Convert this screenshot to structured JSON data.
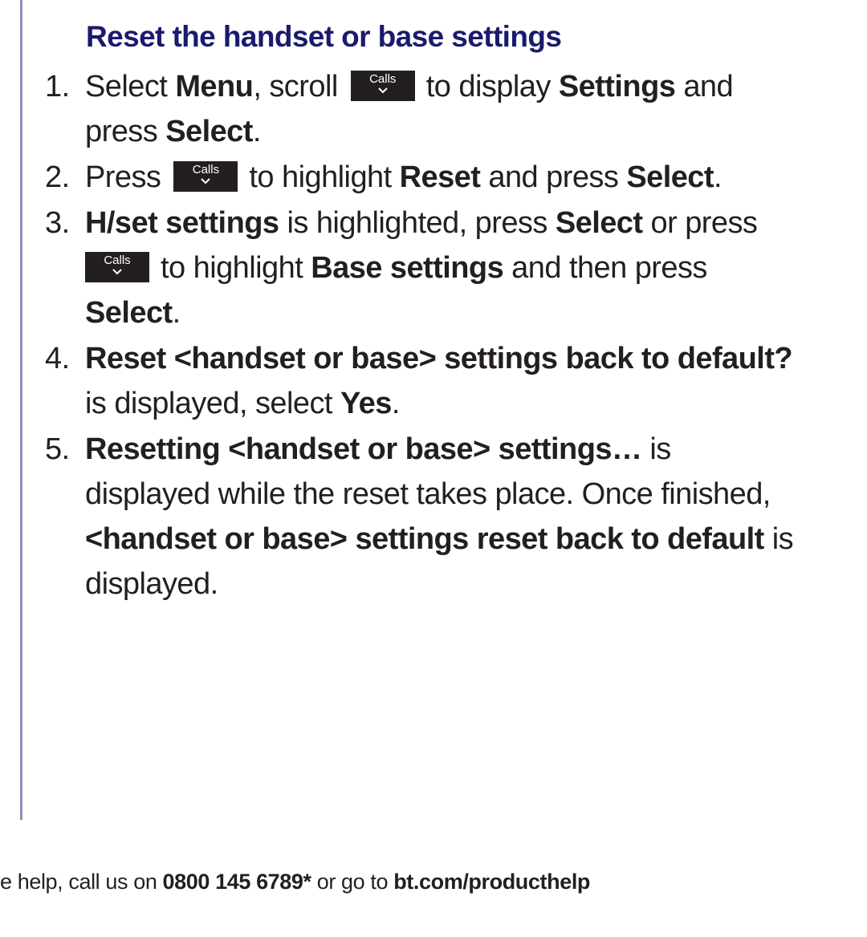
{
  "heading": "Reset the handset or base settings",
  "key_label": "Calls",
  "steps": [
    {
      "num": "1.",
      "lines": [
        [
          {
            "t": "Select "
          },
          {
            "t": "Menu",
            "b": true
          },
          {
            "t": ", scroll "
          },
          {
            "key": true
          },
          {
            "t": " to display "
          },
          {
            "t": "Settings",
            "b": true
          },
          {
            "t": " and"
          }
        ],
        [
          {
            "t": "press "
          },
          {
            "t": "Select",
            "b": true
          },
          {
            "t": "."
          }
        ]
      ]
    },
    {
      "num": "2.",
      "lines": [
        [
          {
            "t": "Press "
          },
          {
            "key": true
          },
          {
            "t": " to highlight "
          },
          {
            "t": "Reset",
            "b": true
          },
          {
            "t": " and press "
          },
          {
            "t": "Select",
            "b": true
          },
          {
            "t": "."
          }
        ]
      ]
    },
    {
      "num": "3.",
      "lines": [
        [
          {
            "t": "H/set settings",
            "b": true
          },
          {
            "t": " is highlighted, press "
          },
          {
            "t": "Select",
            "b": true
          },
          {
            "t": " or press"
          }
        ],
        [
          {
            "key": true,
            "first": true
          },
          {
            "t": " to highlight "
          },
          {
            "t": "Base settings",
            "b": true
          },
          {
            "t": " and then press"
          }
        ],
        [
          {
            "t": "Select",
            "b": true
          },
          {
            "t": "."
          }
        ]
      ]
    },
    {
      "num": "4.",
      "lines": [
        [
          {
            "t": "Reset <handset or base> settings back to default?",
            "b": true
          }
        ],
        [
          {
            "t": "is displayed, select "
          },
          {
            "t": "Yes",
            "b": true
          },
          {
            "t": "."
          }
        ]
      ]
    },
    {
      "num": "5.",
      "lines": [
        [
          {
            "t": "Resetting <handset or base> settings…",
            "b": true
          },
          {
            "t": " is"
          }
        ],
        [
          {
            "t": "displayed while the reset takes place. Once finished,"
          }
        ],
        [
          {
            "t": "<handset or base> settings reset back to default",
            "b": true
          },
          {
            "t": " is"
          }
        ],
        [
          {
            "t": "displayed."
          }
        ]
      ]
    }
  ],
  "footer": {
    "prefix": "e help, call us on ",
    "phone": "0800 145 6789*",
    "middle": " or go to ",
    "link": "bt.com/producthelp"
  }
}
